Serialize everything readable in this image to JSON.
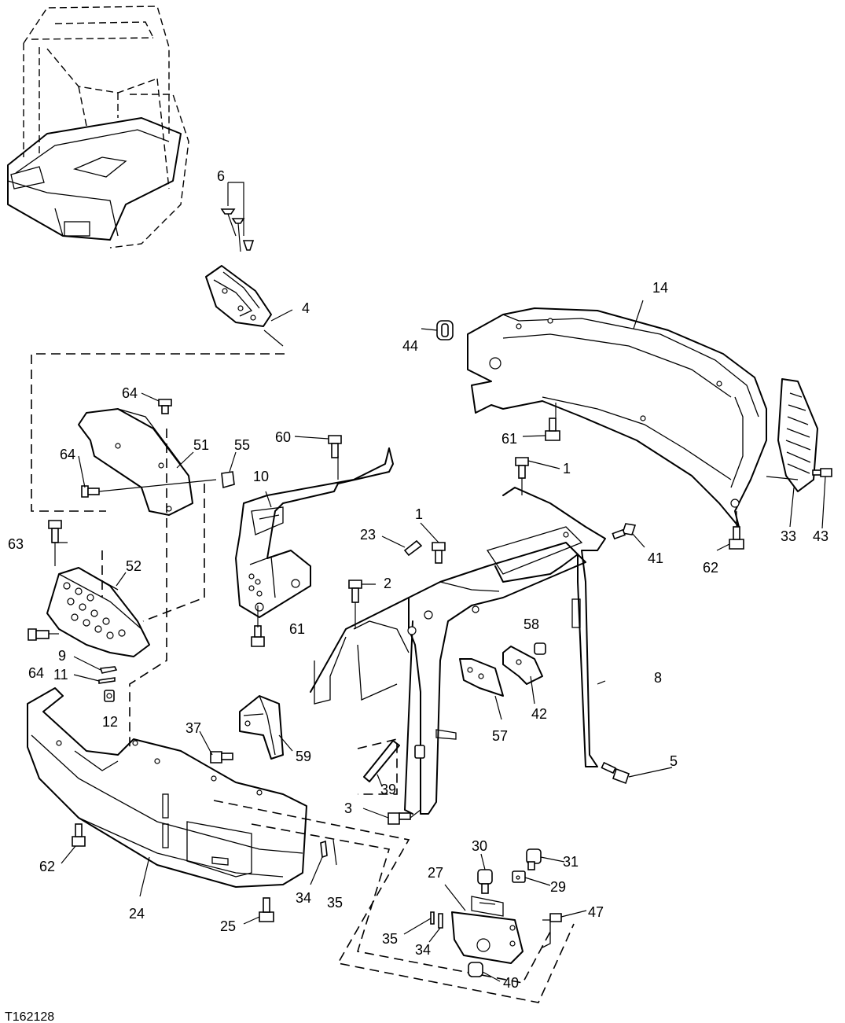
{
  "figure_id": "T162128",
  "callouts": [
    "1",
    "1",
    "2",
    "3",
    "4",
    "5",
    "6",
    "8",
    "9",
    "10",
    "11",
    "12",
    "14",
    "23",
    "24",
    "25",
    "27",
    "29",
    "30",
    "31",
    "33",
    "34",
    "34",
    "35",
    "35",
    "37",
    "39",
    "40",
    "41",
    "42",
    "43",
    "44",
    "47",
    "51",
    "52",
    "55",
    "57",
    "58",
    "59",
    "60",
    "61",
    "61",
    "62",
    "62",
    "63",
    "64",
    "64",
    "64"
  ]
}
